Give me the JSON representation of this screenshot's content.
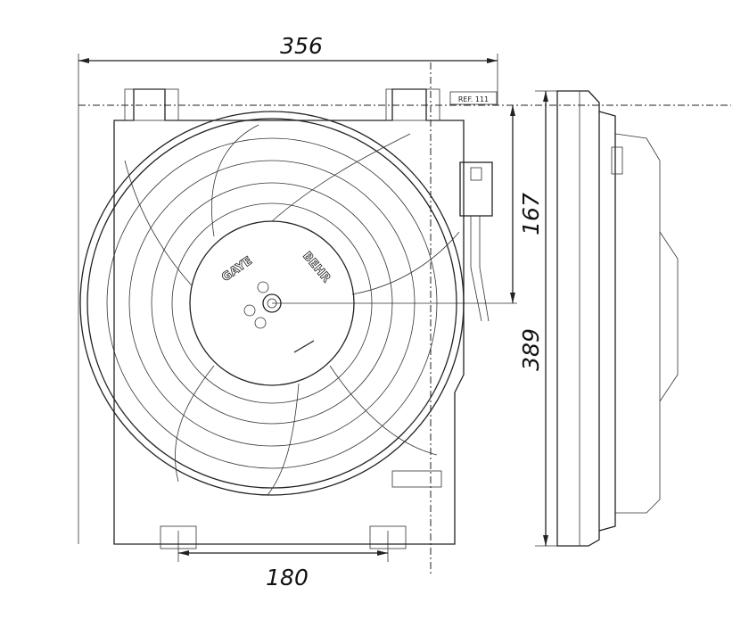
{
  "drawing": {
    "title": "Radiator fan assembly technical drawing",
    "dimensions": {
      "width": "356",
      "mount_spacing": "180",
      "height": "389",
      "center_offset": "167"
    },
    "labels": {
      "ref": "REF. 111",
      "brand_left": "GAYE",
      "brand_right": "BEHR"
    },
    "line_color": "#222222"
  }
}
